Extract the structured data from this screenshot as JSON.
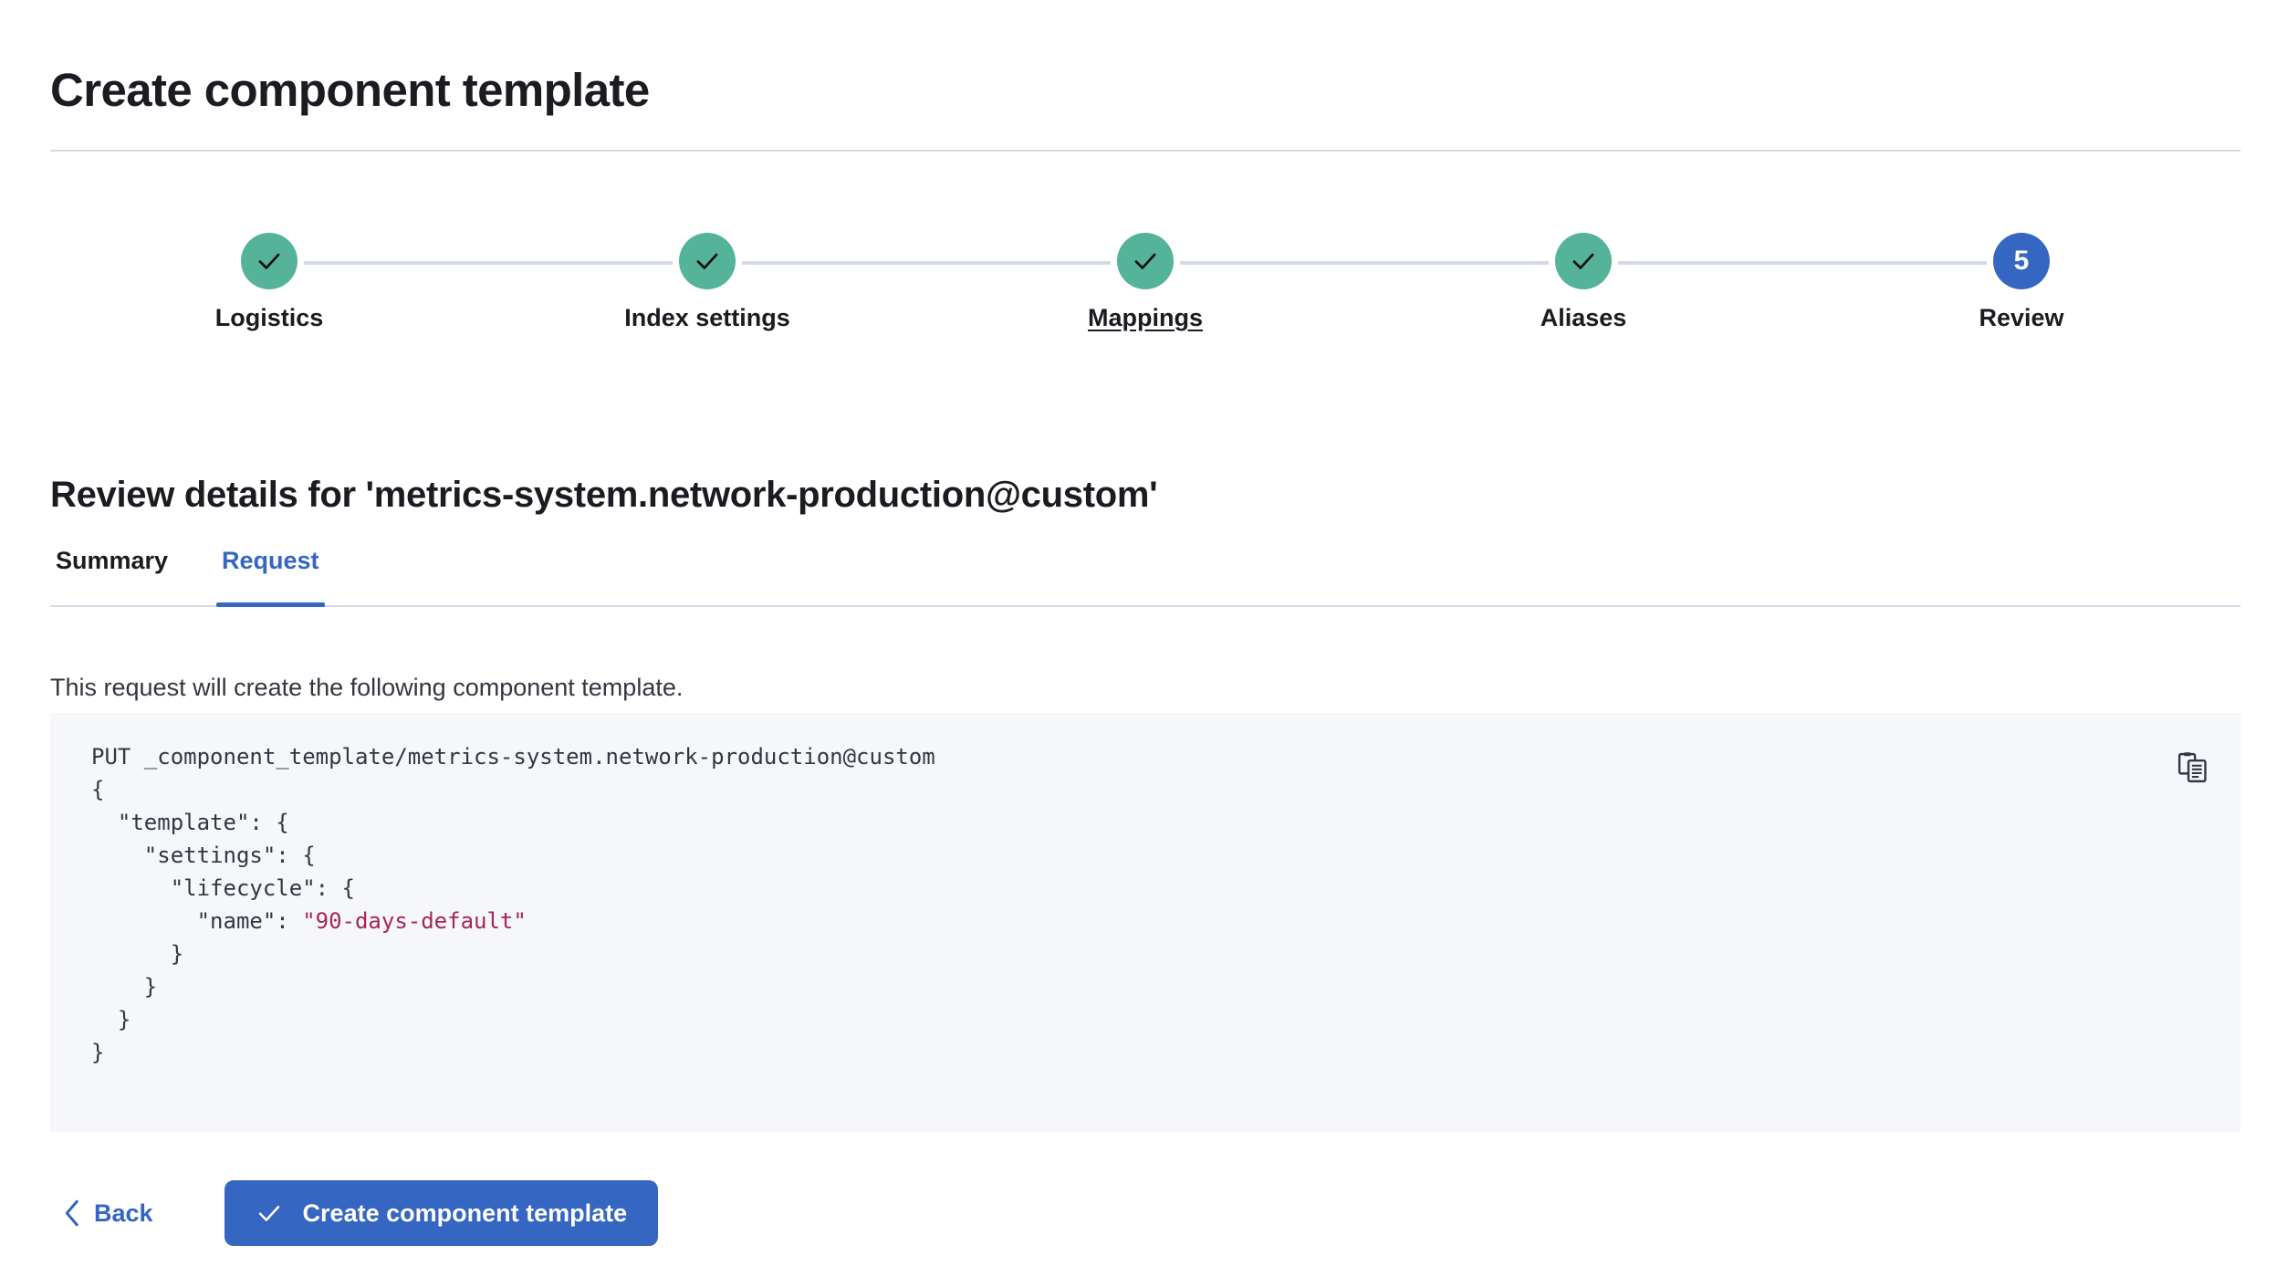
{
  "page": {
    "title": "Create component template"
  },
  "stepper": {
    "steps": [
      {
        "label": "Logistics",
        "state": "complete",
        "marker": "check",
        "hovered": false
      },
      {
        "label": "Index settings",
        "state": "complete",
        "marker": "check",
        "hovered": false
      },
      {
        "label": "Mappings",
        "state": "complete",
        "marker": "check",
        "hovered": true
      },
      {
        "label": "Aliases",
        "state": "complete",
        "marker": "check",
        "hovered": false
      },
      {
        "label": "Review",
        "state": "current",
        "marker": "5",
        "hovered": false
      }
    ],
    "colors": {
      "complete": "#54b399",
      "current": "#3566c1",
      "connector": "#d3dae6"
    }
  },
  "review": {
    "heading": "Review details for 'metrics-system.network-production@custom'",
    "tabs": [
      {
        "label": "Summary",
        "active": false
      },
      {
        "label": "Request",
        "active": true
      }
    ],
    "description": "This request will create the following component template.",
    "copy_icon": "clipboard-copy-icon",
    "request": {
      "method_line": "PUT _component_template/metrics-system.network-production@custom",
      "lines": [
        {
          "text": "{"
        },
        {
          "text": "  \"template\": {"
        },
        {
          "text": "    \"settings\": {"
        },
        {
          "text": "      \"lifecycle\": {"
        },
        {
          "prefix": "        \"name\": ",
          "string": "\"90-days-default\""
        },
        {
          "text": "      }"
        },
        {
          "text": "    }"
        },
        {
          "text": "  }"
        },
        {
          "text": "}"
        }
      ],
      "string_color": "#a8265a"
    }
  },
  "footer": {
    "back_label": "Back",
    "back_icon": "chevron-left-icon",
    "create_label": "Create component template",
    "create_icon": "check-icon",
    "primary_color": "#3566c1"
  }
}
